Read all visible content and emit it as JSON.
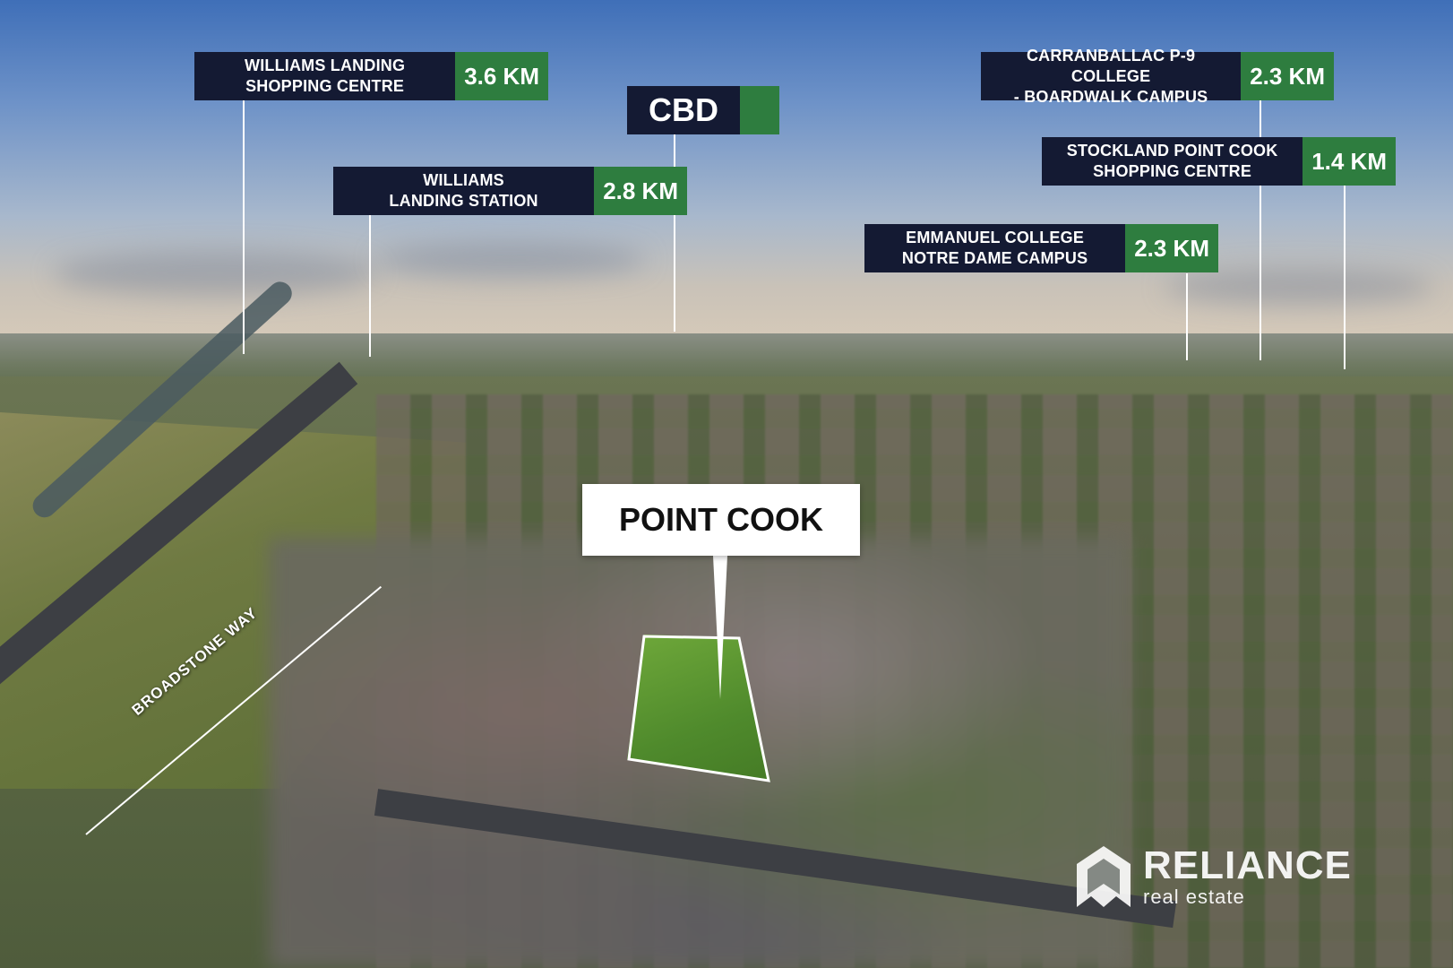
{
  "labels": {
    "williams_landing_sc": {
      "name": "WILLIAMS LANDING SHOPPING CENTRE",
      "line1": "WILLIAMS LANDING",
      "line2": "SHOPPING CENTRE",
      "distance": "3.6 KM"
    },
    "cbd": {
      "name": "CBD"
    },
    "williams_landing_station": {
      "line1": "WILLIAMS",
      "line2": "LANDING STATION",
      "distance": "2.8 KM"
    },
    "carranballac": {
      "line1": "CARRANBALLAC P-9 COLLEGE",
      "line2": "- BOARDWALK CAMPUS",
      "distance": "2.3 KM"
    },
    "stockland": {
      "line1": "STOCKLAND POINT COOK",
      "line2": "SHOPPING CENTRE",
      "distance": "1.4 KM"
    },
    "emmanuel": {
      "line1": "EMMANUEL COLLEGE",
      "line2": "NOTRE DAME CAMPUS",
      "distance": "2.3 KM"
    }
  },
  "location": {
    "name": "POINT COOK"
  },
  "street": {
    "name": "BROADSTONE WAY"
  },
  "brand": {
    "name": "RELIANCE",
    "tagline": "real estate"
  },
  "colors": {
    "label_bg": "#141a33",
    "distance_bg": "#2e7d3f",
    "lot_outline": "#ffffff"
  }
}
